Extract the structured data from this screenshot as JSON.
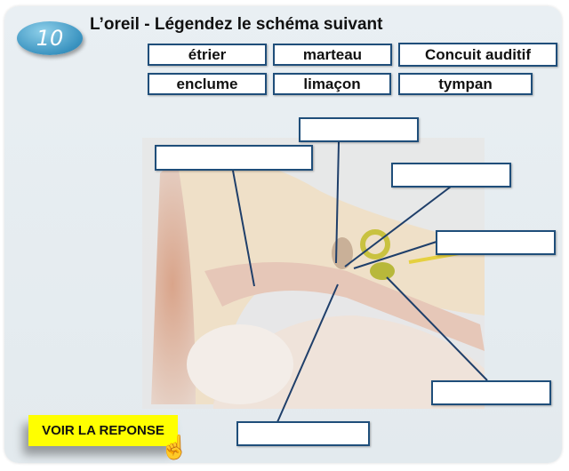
{
  "badge": {
    "number": "10"
  },
  "title": "L’oreil - Légendez le schéma suivant",
  "word_bank": [
    "étrier",
    "marteau",
    "Concuit auditif",
    "enclume",
    "limaçon",
    "tympan"
  ],
  "answer_button": {
    "label": "VOIR LA REPONSE"
  },
  "colors": {
    "accent": "#1f4e7a",
    "button": "#ffff00",
    "badge": "#3a93c0"
  }
}
